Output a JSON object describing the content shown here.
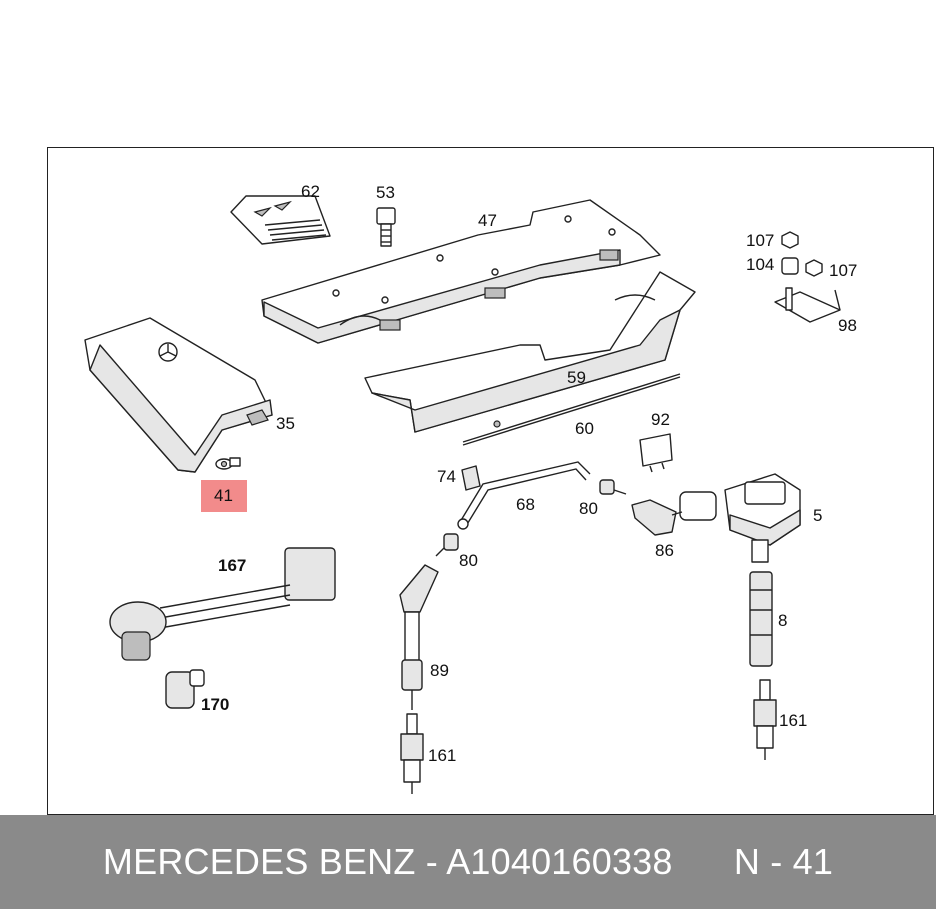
{
  "footer": {
    "brand": "MERCEDES BENZ",
    "separator": " - ",
    "part_number": "A1040160338",
    "position_label": "N - 41"
  },
  "highlight": {
    "part_label": "41",
    "color": "#f28b8b"
  },
  "callouts": {
    "c62": "62",
    "c53": "53",
    "c47": "47",
    "c107a": "107",
    "c104": "104",
    "c107b": "107",
    "c98": "98",
    "c35": "35",
    "c59": "59",
    "c60": "60",
    "c92": "92",
    "c74": "74",
    "c68": "68",
    "c80a": "80",
    "c80b": "80",
    "c86": "86",
    "c5": "5",
    "c167": "167",
    "c170": "170",
    "c89": "89",
    "c8": "8",
    "c161a": "161",
    "c161b": "161"
  }
}
